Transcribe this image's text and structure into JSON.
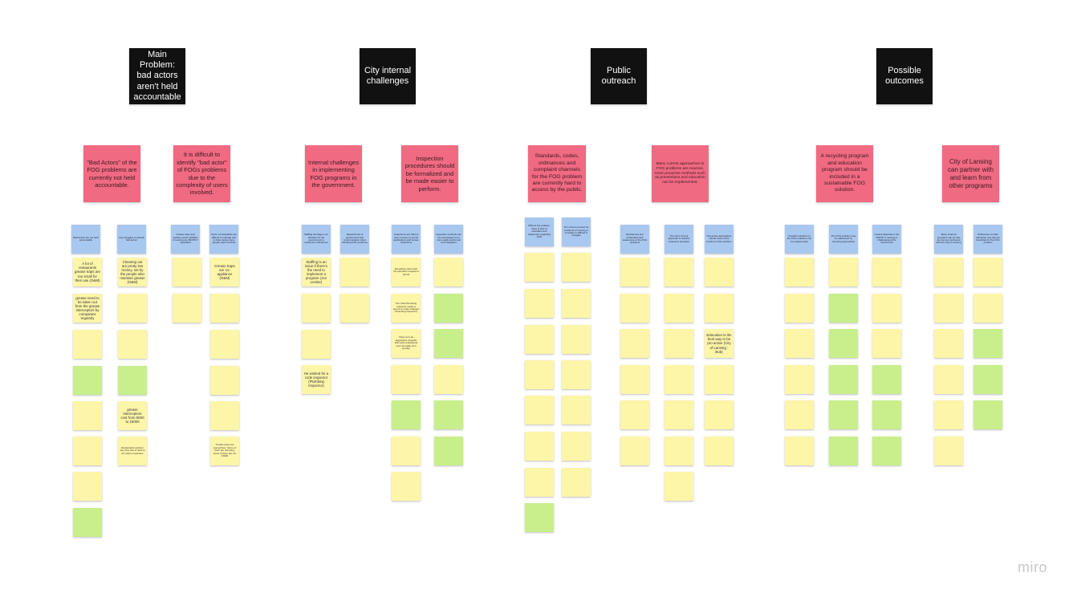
{
  "headers": [
    "Main Problem: bad actors aren't held accountable",
    "City internal challenges",
    "Public outreach",
    "Possible outcomes"
  ],
  "themes": [
    "\"Bad Actors\" of the FOG problems are currently not held accountable.",
    "It is difficult to identify \"bad actor\" of FOGs problems due to the complexity of users involved.",
    "Internal challenges in implementing FOG programs in the government.",
    "Inspection procedures should be formalized and be made easier to perform.",
    "Standards, codes, ordinances and complaint channels for the FOG problem are currently hard to access by the public.",
    "Many current approaches to FOG problems are reactive, more proactive methods such as preventions and education can be implemented.",
    "A recycling program and education program should be included in a sustainable FOG solution.",
    "City of Lansing can partner with and learn from other programs"
  ],
  "clusters": [
    "Bad Actors are not held accountable",
    "City struggles to identify bad actors",
    "Grease traps and sanitary sewer facilities in Lansing are MOSTLY separated",
    "Some municipalities are difficult to manage due to there being many grease traps involved",
    "Staffing shortage is an obstacle for the government to implement ordinances",
    "Departments of government lack communication when handling FOG problems",
    "Inspections are hard to carry out due to permit applications and review restrictions",
    "Inspection methods can be encouraged to be more easily performed and integrated",
    "Without the problem, there is lack of education and awareness regarding FOG",
    "The current process for residents of Lansing to complain is difficult to navigate",
    "Residences and restaurants lack awareness of the FOG problems",
    "The city's current approach is reactive instead of proactive",
    "Preventive approaches should occur at the forefront of the problem",
    "Possible solutions to the FOG problems can be implemented",
    "The FOG problem may be addressed by recycling approaches",
    "Grease Disposal or the WWTP in Lansing is challenging at the current time",
    "Many external programs can be that are can per partnered with the City of Lansing",
    "Ordinances of other industries may also be beneficial for the FOG problem"
  ],
  "quotes": [
    "A lot of restaurants grease traps are too small for their use (O&M)",
    "grease need to be taken out from the grease interceptors by companies regularly",
    "Cleaning out are pretty low money, set by the people who maintain grease (O&M)",
    "grease interceptors cost from 5000 to 15000",
    "Restaurants workers say, they lots of want to do interim measures",
    "Grease traps are co-appliance (O&M)",
    "Trouble spots are everywhere. Some of them are recurring, some of them are not (O&M)",
    "Staffing is an issue if there's the need to implement a program (Jon Lemke)",
    "He wished for a code inspector (Plumbing Inspector)",
    "Everything other than the plumbers requires a permit",
    "The Chief Plumbing Inspector needs a permit to make changes (Plumbing Inspector)",
    "There isn't an aggressive program that visits restaurants even annually (Jon Lemke)",
    "Education is the best way to be pro active (City of Lansing - Bob)"
  ],
  "brand": "miro"
}
